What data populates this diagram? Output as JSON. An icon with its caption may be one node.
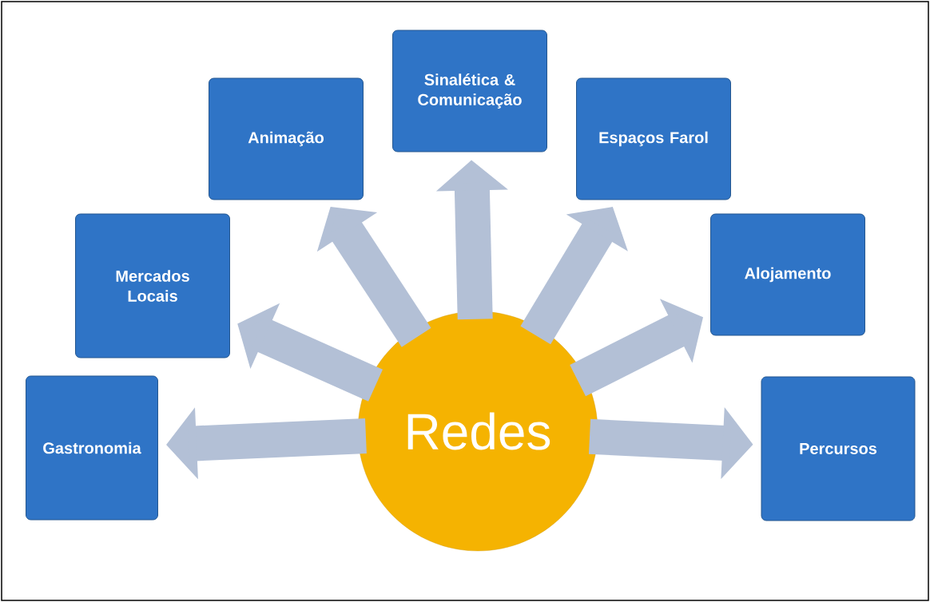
{
  "diagram": {
    "nodes": [
      {
        "text": [
          "Redes"
        ]
      },
      {
        "text": [
          "Gastronomia"
        ]
      },
      {
        "text": [
          "Mercados Locais"
        ]
      },
      {
        "text": [
          "Animação"
        ]
      },
      {
        "text": [
          "Sinalética & Comunicação"
        ]
      },
      {
        "text": [
          "Espaços Farol"
        ]
      },
      {
        "text": [
          "Alojamento"
        ]
      },
      {
        "text": [
          "Percursos"
        ]
      }
    ],
    "edges": [
      {
        "from": 0,
        "to": 1,
        "arrow": "to"
      },
      {
        "from": 0,
        "to": 2,
        "arrow": "to"
      },
      {
        "from": 0,
        "to": 3,
        "arrow": "to"
      },
      {
        "from": 0,
        "to": 4,
        "arrow": "to"
      },
      {
        "from": 0,
        "to": 5,
        "arrow": "to"
      },
      {
        "from": 0,
        "to": 6,
        "arrow": "to"
      },
      {
        "from": 0,
        "to": 7,
        "arrow": "to"
      }
    ]
  }
}
